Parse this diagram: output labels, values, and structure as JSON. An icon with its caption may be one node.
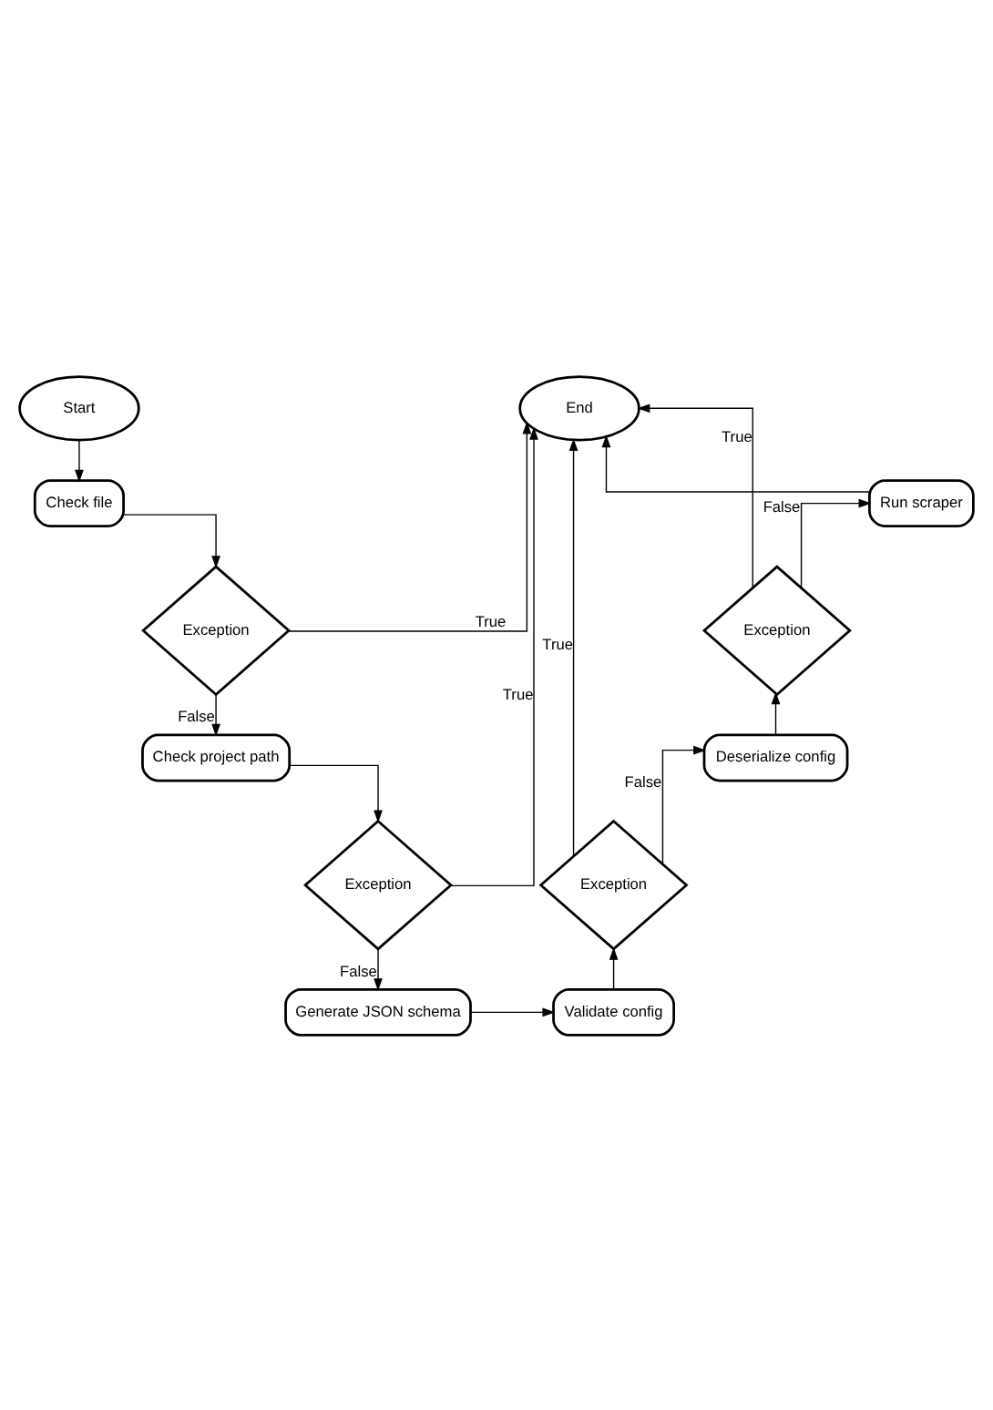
{
  "diagram": {
    "nodes": [
      {
        "text": [
          "Start"
        ]
      },
      {
        "text": [
          "Check file"
        ]
      },
      {
        "text": [
          "Exception"
        ]
      },
      {
        "text": [
          "Check project path"
        ]
      },
      {
        "text": [
          "Exception"
        ]
      },
      {
        "text": [
          "Generate JSON schema"
        ]
      },
      {
        "text": [
          "Validate config"
        ]
      },
      {
        "text": [
          "Exception"
        ]
      },
      {
        "text": [
          "Deserialize config"
        ]
      },
      {
        "text": [
          "Exception"
        ]
      },
      {
        "text": [
          "Run scraper"
        ]
      },
      {
        "text": [
          "End"
        ]
      }
    ],
    "edges": [
      {
        "from": 0,
        "to": 1,
        "arrow": "to"
      },
      {
        "from": 1,
        "to": 2,
        "arrow": "to"
      },
      {
        "from": 2,
        "to": 11,
        "arrow": "to",
        "label": "True"
      },
      {
        "from": 2,
        "to": 3,
        "arrow": "to",
        "label": "False"
      },
      {
        "from": 3,
        "to": 4,
        "arrow": "to"
      },
      {
        "from": 4,
        "to": 11,
        "arrow": "to",
        "label": "True"
      },
      {
        "from": 4,
        "to": 5,
        "arrow": "to",
        "label": "False"
      },
      {
        "from": 5,
        "to": 6,
        "arrow": "to"
      },
      {
        "from": 6,
        "to": 7,
        "arrow": "to"
      },
      {
        "from": 7,
        "to": 11,
        "arrow": "to",
        "label": "True"
      },
      {
        "from": 7,
        "to": 8,
        "arrow": "to",
        "label": "False"
      },
      {
        "from": 8,
        "to": 9,
        "arrow": "to"
      },
      {
        "from": 9,
        "to": 11,
        "arrow": "to",
        "label": "True"
      },
      {
        "from": 9,
        "to": 10,
        "arrow": "to",
        "label": "False"
      },
      {
        "from": 10,
        "to": 11,
        "arrow": "to"
      }
    ]
  }
}
